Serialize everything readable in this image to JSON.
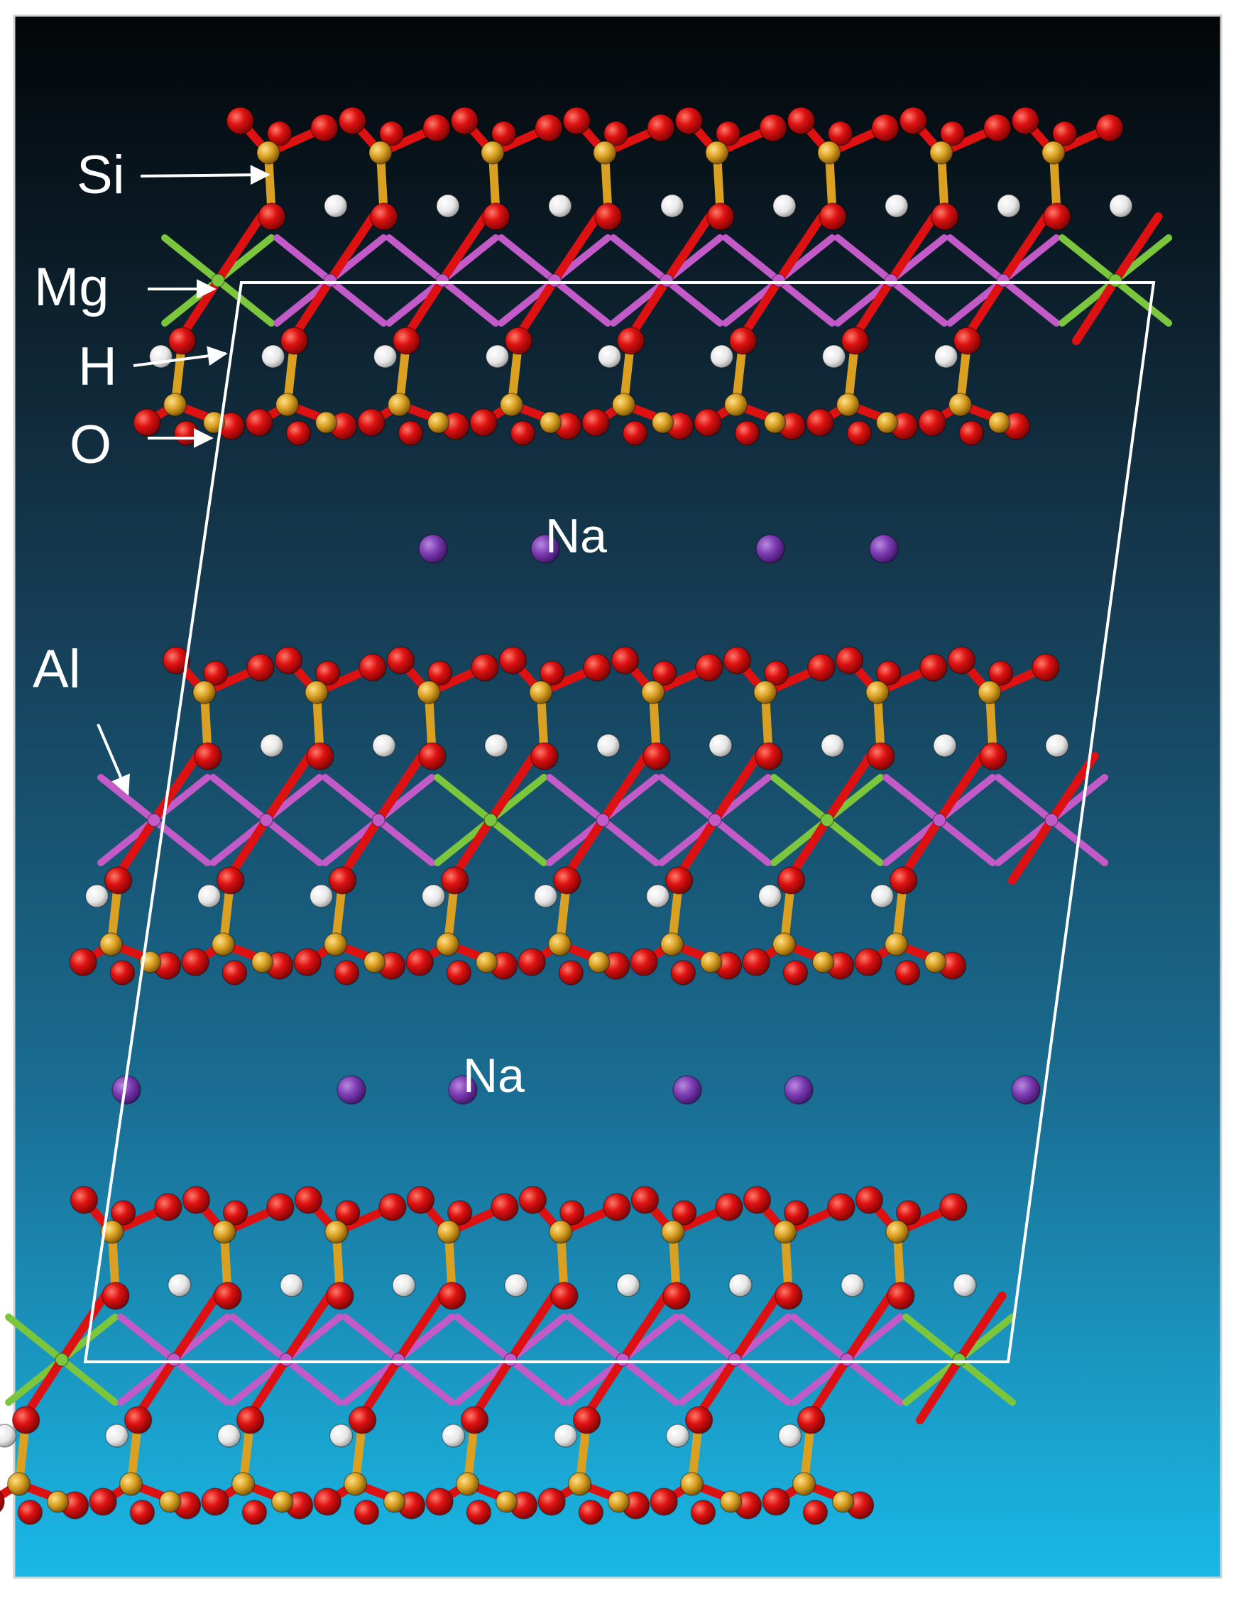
{
  "labels": {
    "si": "Si",
    "mg": "Mg",
    "h": "H",
    "o": "O",
    "na_upper": "Na",
    "al": "Al",
    "na_lower": "Na"
  },
  "colors": {
    "background_top": "#030608",
    "background_bottom": "#1ab8e6",
    "oxygen": "#dd1111",
    "silicon": "#d9a022",
    "hydrogen": "#eeeeee",
    "aluminum": "#c25bc7",
    "magnesium": "#7bc63c",
    "sodium": "#7b3ab0",
    "cell_outline": "#ffffff"
  }
}
